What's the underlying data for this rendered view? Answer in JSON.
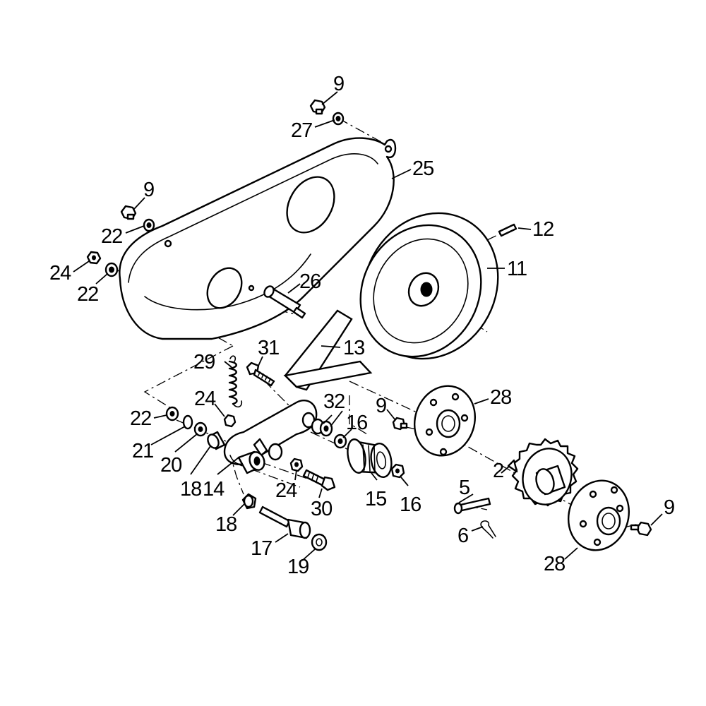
{
  "callouts": {
    "c9_top": "9",
    "c27": "27",
    "c25": "25",
    "c9_left": "9",
    "c22_upper": "22",
    "c24_left": "24",
    "c22_left": "22",
    "c12": "12",
    "c11": "11",
    "c26": "26",
    "c13": "13",
    "c31": "31",
    "c29": "29",
    "c24_mid": "24",
    "c22_mid": "22",
    "c21": "21",
    "c20": "20",
    "c18_upper": "18",
    "c14": "14",
    "c32": "32",
    "c16_upper": "16",
    "c9_mid": "9",
    "c28_upper": "28",
    "c24_low": "24",
    "c30": "30",
    "c15": "15",
    "c16_low": "16",
    "c2": "2",
    "c5": "5",
    "c6": "6",
    "c18_low": "18",
    "c17": "17",
    "c19": "19",
    "c9_right": "9",
    "c28_low": "28"
  },
  "colors": {
    "ink": "#000000",
    "paper": "#ffffff"
  }
}
